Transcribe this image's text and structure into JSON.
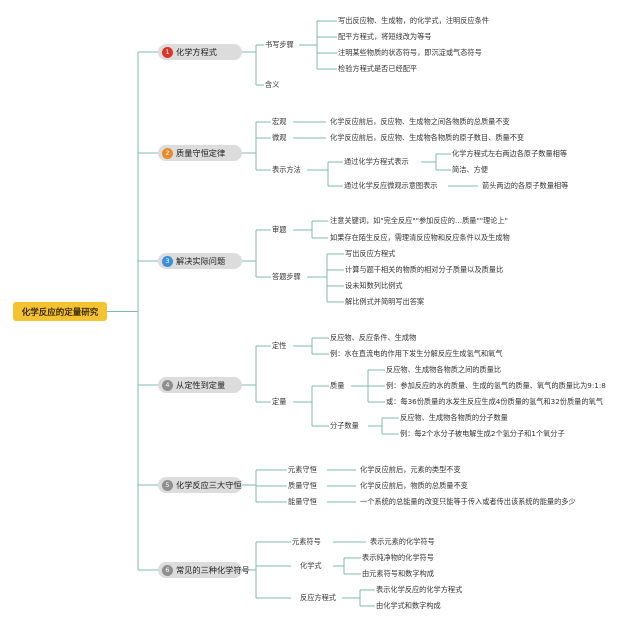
{
  "root": "化学反应的定量研究",
  "colors": {
    "line": "#7fb8ad",
    "root_bg": "#f5c232",
    "section_bg": "#dcdcdc"
  },
  "sections": [
    {
      "num": "1",
      "badge_color": "#d9352b",
      "title": "化学方程式",
      "level2": [
        {
          "label": "书写步骤",
          "items": [
            "写出反应物、生成物，的化学式，注明反应条件",
            "配平方程式，将短线改为等号",
            "注明某些物质的状态符号，即沉淀或气态符号",
            "检验方程式是否已经配平"
          ]
        },
        {
          "label": "含义",
          "items": []
        }
      ]
    },
    {
      "num": "2",
      "badge_color": "#e98a2a",
      "title": "质量守恒定律",
      "level2": [
        {
          "label": "宏观",
          "items": [
            "化学反应前后，反应物、生成物之间各物质的总质量不变"
          ]
        },
        {
          "label": "微观",
          "items": [
            "化学反应前后，反应物、生成物各物质的原子数目、质量不变"
          ]
        },
        {
          "label": "表示方法",
          "sub": [
            {
              "label": "通过化学方程式表示",
              "items": [
                "化学方程式左右两边各原子数量相等",
                "简洁、方便"
              ]
            },
            {
              "label": "通过化学反应微观示意图表示",
              "items": [
                "箭头两边的各原子数量相等"
              ]
            }
          ]
        }
      ]
    },
    {
      "num": "3",
      "badge_color": "#3b8fd9",
      "title": "解决实际问题",
      "level2": [
        {
          "label": "审题",
          "items": [
            "注意关键词，如\"完全反应\"\"参加反应的…质量\"\"理论上\"",
            "如果存在陌生反应，需理清反应物和反应条件以及生成物"
          ]
        },
        {
          "label": "答题步骤",
          "items": [
            "写出反应方程式",
            "计算与题干相关的物质的相对分子质量以及质量比",
            "设未知数列比例式",
            "解比例式并简明写出答案"
          ]
        }
      ]
    },
    {
      "num": "4",
      "badge_color": "#8f8f8f",
      "title": "从定性到定量",
      "level2": [
        {
          "label": "定性",
          "items": [
            "反应物、反应条件、生成物",
            "例：水在直流电的作用下发生分解反应生成氢气和氧气"
          ]
        },
        {
          "label": "定量",
          "sub": [
            {
              "label": "质量",
              "items": [
                "反应物、生成物各物质之间的质量比",
                "例：参加反应的水的质量、生成的氢气的质量、氧气的质量比为9:1:8",
                "或：每36份质量的水发生反应生成4份质量的氢气和32份质量的氧气"
              ]
            },
            {
              "label": "分子数量",
              "items": [
                "反应物、生成物各物质的分子数量",
                "例：每2个水分子被电解生成2个氢分子和1个氧分子"
              ]
            }
          ]
        }
      ]
    },
    {
      "num": "5",
      "badge_color": "#8f8f8f",
      "title": "化学反应三大守恒",
      "level2": [
        {
          "label": "元素守恒",
          "items": [
            "化学反应前后，元素的类型不变"
          ]
        },
        {
          "label": "质量守恒",
          "items": [
            "化学反应前后，物质的总质量不变"
          ]
        },
        {
          "label": "能量守恒",
          "items": [
            "一个系统的总能量的改变只能等于传入或者传出该系统的能量的多少"
          ]
        }
      ]
    },
    {
      "num": "6",
      "badge_color": "#8f8f8f",
      "title": "常见的三种化学符号",
      "level2": [
        {
          "label": "元素符号",
          "items": [
            "表示元素的化学符号"
          ]
        },
        {
          "label": "化学式",
          "items": [
            "表示纯净物的化学符号",
            "由元素符号和数字构成"
          ]
        },
        {
          "label": "反应方程式",
          "items": [
            "表示化学反应的化学方程式",
            "由化学式和数字构成"
          ]
        }
      ]
    }
  ]
}
